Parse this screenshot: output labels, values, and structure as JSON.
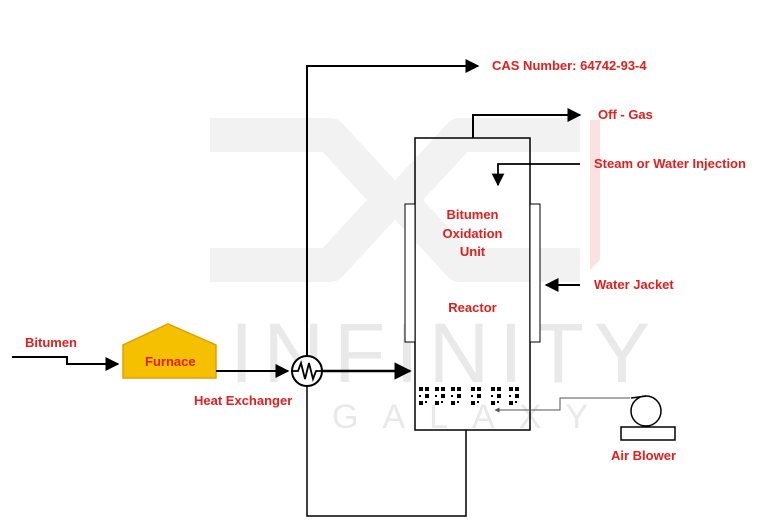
{
  "watermark": {
    "brand": "INFINITY",
    "sub": "GALAXY"
  },
  "labels": {
    "bitumen": "Bitumen",
    "furnace": "Furnace",
    "heat_exchanger": "Heat Exchanger",
    "cas_number": "CAS Number: 64742-93-4",
    "off_gas": "Off - Gas",
    "steam_injection": "Steam or Water Injection",
    "unit_line1": "Bitumen",
    "unit_line2": "Oxidation",
    "unit_line3": "Unit",
    "reactor": "Reactor",
    "water_jacket": "Water Jacket",
    "air_blower": "Air Blower"
  },
  "colors": {
    "label_red": "#e0201f",
    "furnace_fill": "#f5c000",
    "furnace_stroke": "#e0a000",
    "line": "#000000",
    "watermark": "#ececec"
  },
  "icons": {
    "heat_exchanger": "heat-exchanger-icon",
    "air_blower": "air-blower-icon"
  }
}
